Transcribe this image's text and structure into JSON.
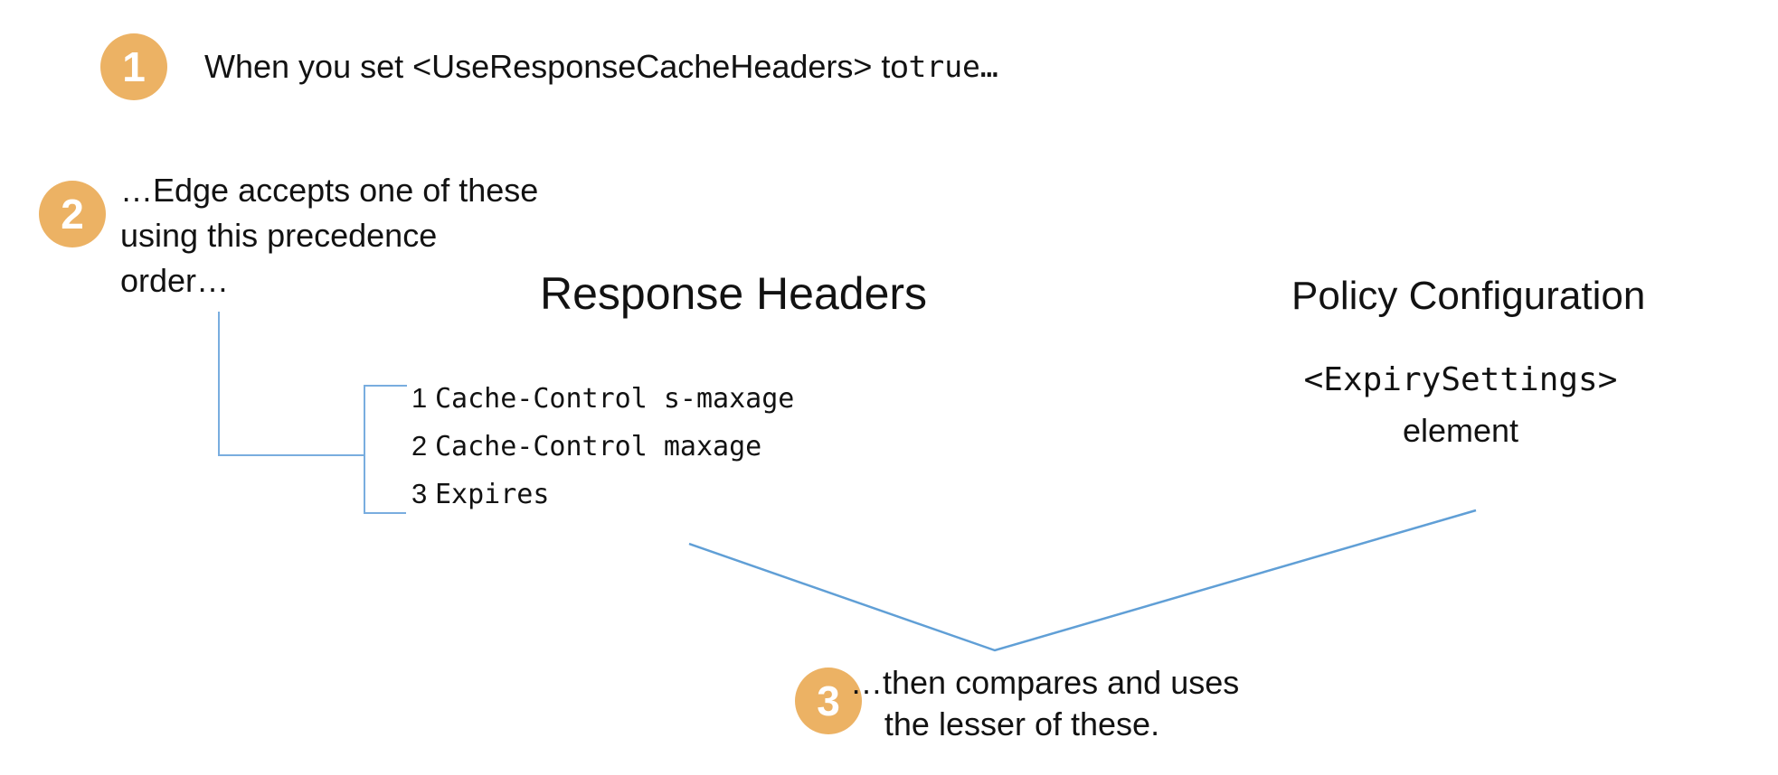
{
  "colors": {
    "badge": "#ECB264",
    "badge_text": "#ffffff",
    "line_thin": "#79ADDF",
    "line_v": "#609FD6",
    "text": "#121212"
  },
  "steps": [
    {
      "num": "1",
      "text_prefix": "When you set <UseResponseCacheHeaders> to ",
      "text_code": "true…"
    },
    {
      "num": "2",
      "lines": [
        "…Edge accepts one of these",
        "using this precedence",
        "order…"
      ]
    },
    {
      "num": "3",
      "lines": [
        "…then compares and uses",
        "the lesser of these."
      ]
    }
  ],
  "columns": {
    "response_headers": {
      "title": "Response Headers",
      "items": [
        {
          "num": "1",
          "label": "Cache-Control s-maxage"
        },
        {
          "num": "2",
          "label": "Cache-Control maxage"
        },
        {
          "num": "3",
          "label": "Expires"
        }
      ]
    },
    "policy_configuration": {
      "title": "Policy Configuration",
      "code": "<ExpirySettings>",
      "caption": "element"
    }
  }
}
